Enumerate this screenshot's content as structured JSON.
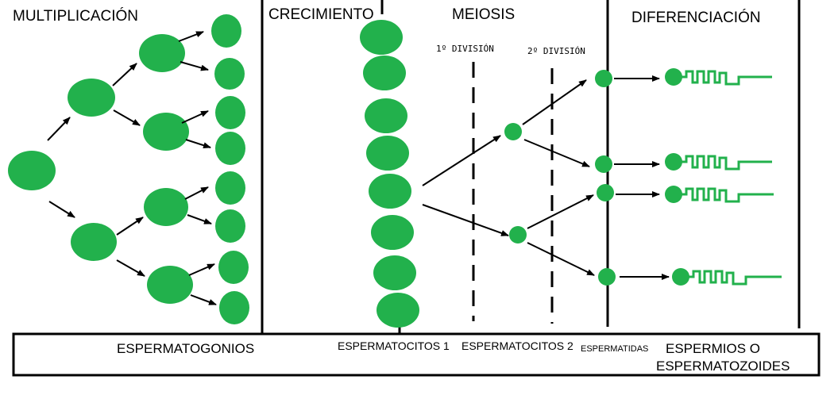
{
  "sections": {
    "multiplicacion": "MULTIPLICACIÓN",
    "crecimiento": "CRECIMIENTO",
    "meiosis": "MEIOSIS",
    "diferenciacion": "DIFERENCIACIÓN"
  },
  "divisions": {
    "first": "1º DIVISIÓN",
    "second": "2º DIVISIÓN"
  },
  "labels": {
    "espermatogonios": "ESPERMATOGONIOS",
    "espermatocitos1": "ESPERMATOCITOS 1",
    "espermatocitos2": "ESPERMATOCITOS 2",
    "espermatidas": "ESPERMATIDAS",
    "espermios_line1": "ESPERMIOS O",
    "espermios_line2": "ESPERMATOZOIDES"
  },
  "colors": {
    "cell": "#22b14c",
    "line": "#000000"
  }
}
